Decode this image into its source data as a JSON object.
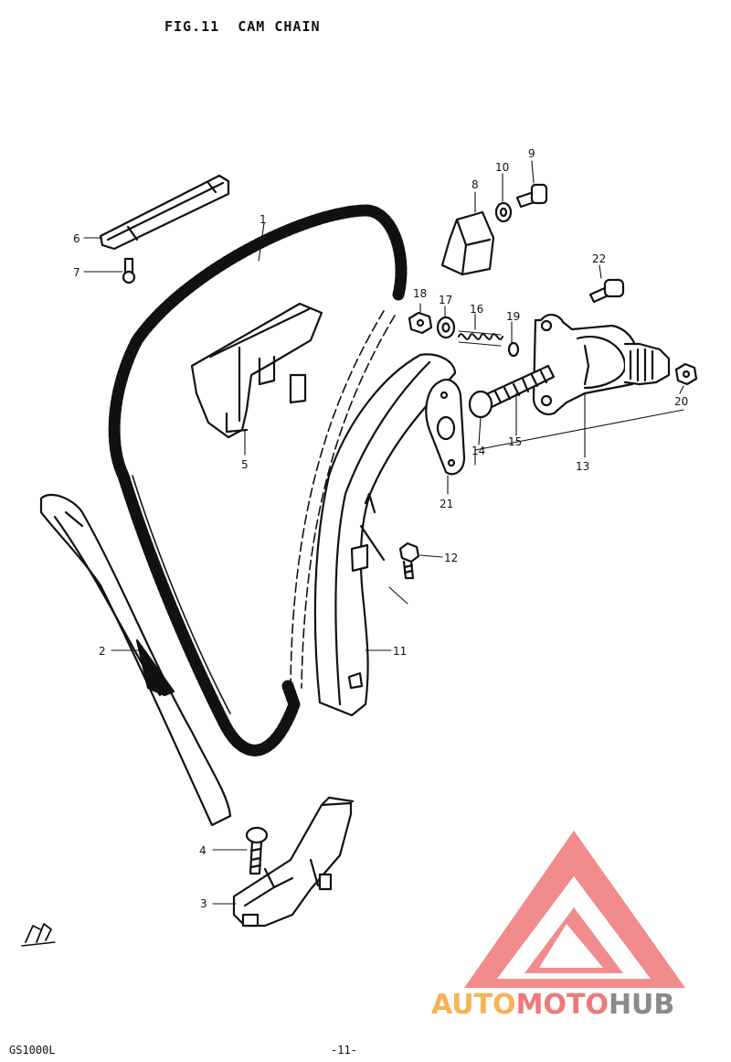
{
  "header": {
    "figure": "FIG.11",
    "title": "CAM CHAIN"
  },
  "footer": {
    "model": "GS1000L",
    "page": "-11-"
  },
  "callouts": {
    "p1": "1",
    "p2": "2",
    "p3": "3",
    "p4": "4",
    "p5": "5",
    "p6": "6",
    "p7": "7",
    "p8": "8",
    "p9": "9",
    "p10": "10",
    "p11": "11",
    "p12": "12",
    "p13": "13",
    "p14": "14",
    "p15": "15",
    "p16": "16",
    "p17": "17",
    "p18": "18",
    "p19": "19",
    "p20": "20",
    "p21": "21",
    "p22": "22"
  },
  "watermark": {
    "part_auto": "AUTO",
    "part_moto": "MOTO",
    "part_hub": "HUB",
    "colors": {
      "auto": "#f7b356",
      "moto": "#f07878",
      "hub": "#8a8a8a",
      "logo": "#f07878"
    }
  },
  "line_color": "#111111"
}
